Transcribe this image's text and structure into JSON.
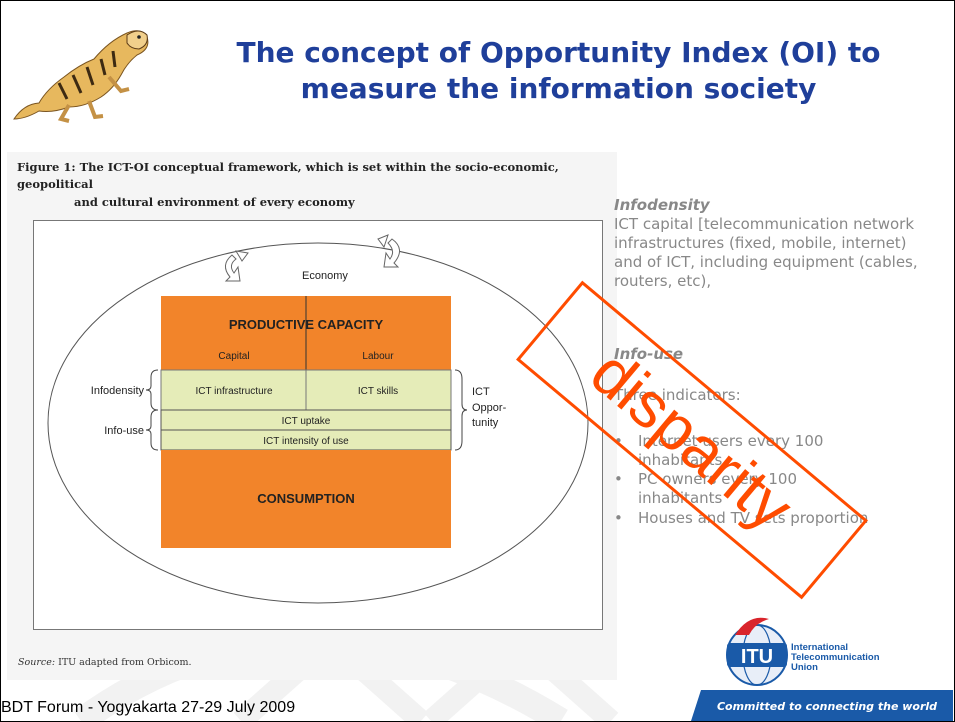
{
  "slide": {
    "title_line1": "The concept of Opportunity Index (OI) to",
    "title_line2": "measure the information society",
    "footer": "BDT Forum - Yogyakarta 27-29 July 2009"
  },
  "figure": {
    "caption_line1": "Figure 1: The ICT-OI conceptual framework, which is set within the socio-economic, geopolitical",
    "caption_line2": "and cultural environment of every economy",
    "source_label": "Source:",
    "source_text": "ITU adapted from Orbicom.",
    "economy": "Economy",
    "productive_capacity": "PRODUCTIVE CAPACITY",
    "capital": "Capital",
    "labour": "Labour",
    "ict_infrastructure": "ICT infrastructure",
    "ict_skills": "ICT skills",
    "ict_uptake": "ICT uptake",
    "ict_intensity": "ICT intensity of use",
    "consumption": "CONSUMPTION",
    "infodensity_label": "Infodensity",
    "infouse_label": "Info-use",
    "ict_opp_1": "ICT",
    "ict_opp_2": "Oppor-",
    "ict_opp_3": "tunity"
  },
  "right_panel": {
    "infodensity_heading": "Infodensity",
    "infodensity_text": "ICT capital [telecommunication network infrastructures (fixed, mobile, internet) and of ICT, including equipment (cables, routers, etc),",
    "infouse_heading": "Info-use",
    "three_indicators": "Three indicators:",
    "bullets": [
      "Internet users every 100 inhabitants",
      "PC owners every 100 inhabitants",
      "Houses and TV sets proportion"
    ]
  },
  "stamp": {
    "text": "disparity"
  },
  "itu_logo": {
    "letters": "ITU",
    "line1": "International",
    "line2": "Telecommunication",
    "line3": "Union",
    "tagline": "Committed to connecting the world"
  },
  "colors": {
    "title": "#1f3f9a",
    "orange": "#f2842a",
    "ict_band": "#e5ecb8",
    "stamp": "#ff4c00",
    "itu_blue": "#1a5aa8"
  }
}
